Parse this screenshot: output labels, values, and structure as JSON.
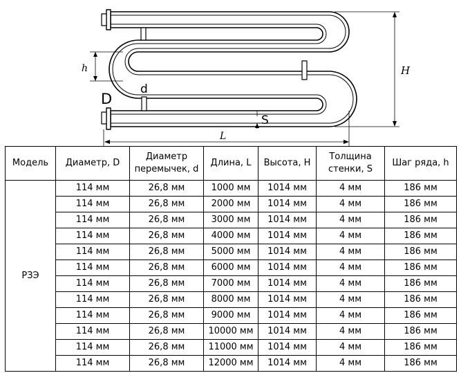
{
  "diagram": {
    "label_h": "h",
    "label_d": "d",
    "label_D": "D",
    "label_H": "H",
    "label_L": "L",
    "label_S": "S"
  },
  "table": {
    "headers": {
      "model": "Модель",
      "diameter_D": "Диаметр, D",
      "jumper_line1": "Диаметр",
      "jumper_line2": "перемычек, d",
      "length": "Длина, L",
      "height": "Высота, H",
      "wall_line1": "Толщина",
      "wall_line2": "стенки, S",
      "pitch": "Шаг ряда, h"
    },
    "model": "РЗЭ",
    "rows": [
      [
        "114 мм",
        "26,8 мм",
        "1000 мм",
        "1014 мм",
        "4 мм",
        "186 мм"
      ],
      [
        "114 мм",
        "26,8 мм",
        "2000 мм",
        "1014 мм",
        "4 мм",
        "186 мм"
      ],
      [
        "114 мм",
        "26,8 мм",
        "3000 мм",
        "1014 мм",
        "4 мм",
        "186 мм"
      ],
      [
        "114 мм",
        "26,8 мм",
        "4000 мм",
        "1014 мм",
        "4 мм",
        "186 мм"
      ],
      [
        "114 мм",
        "26,8 мм",
        "5000 мм",
        "1014 мм",
        "4 мм",
        "186 мм"
      ],
      [
        "114 мм",
        "26,8 мм",
        "6000 мм",
        "1014 мм",
        "4 мм",
        "186 мм"
      ],
      [
        "114 мм",
        "26,8 мм",
        "7000 мм",
        "1014 мм",
        "4 мм",
        "186 мм"
      ],
      [
        "114 мм",
        "26,8 мм",
        "8000 мм",
        "1014 мм",
        "4 мм",
        "186 мм"
      ],
      [
        "114 мм",
        "26,8 мм",
        "9000 мм",
        "1014 мм",
        "4 мм",
        "186 мм"
      ],
      [
        "114 мм",
        "26,8 мм",
        "10000 мм",
        "1014 мм",
        "4 мм",
        "186 мм"
      ],
      [
        "114 мм",
        "26,8 мм",
        "11000 мм",
        "1014 мм",
        "4 мм",
        "186 мм"
      ],
      [
        "114 мм",
        "26,8 мм",
        "12000 мм",
        "1014 мм",
        "4 мм",
        "186 мм"
      ]
    ]
  }
}
